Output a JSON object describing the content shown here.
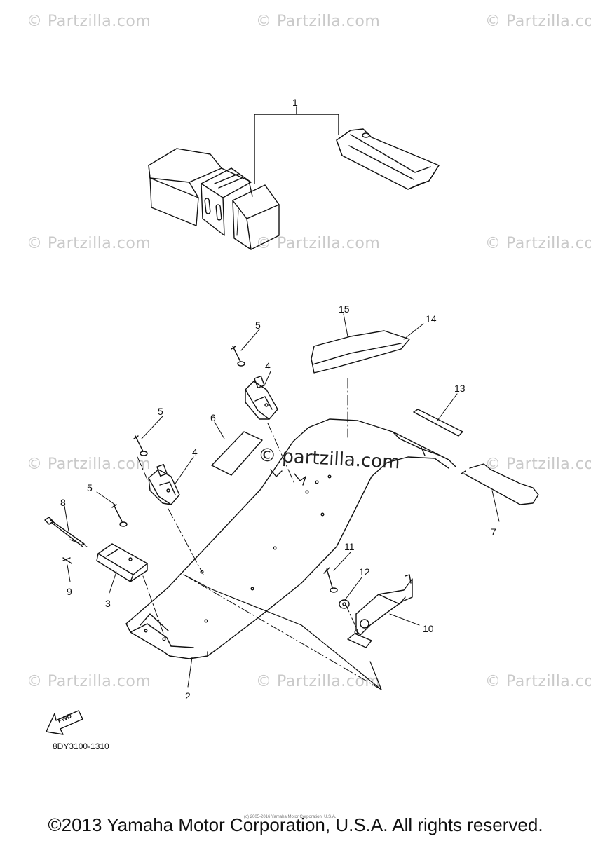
{
  "watermark": "© Partzilla.com",
  "center_watermark": "© partzilla.com",
  "callouts": {
    "c1": "1",
    "c2": "2",
    "c3": "3",
    "c4a": "4",
    "c4b": "4",
    "c5a": "5",
    "c5b": "5",
    "c5c": "5",
    "c6": "6",
    "c7": "7",
    "c8": "8",
    "c9": "9",
    "c10": "10",
    "c11": "11",
    "c12": "12",
    "c13": "13",
    "c14": "14",
    "c15": "15"
  },
  "fwd_label": "FWD",
  "diagram_code": "8DY3100-1310",
  "small_copyright": "(c) 2005-2016 Yamaha Motor Corporation, U.S.A.",
  "footer": "©2013 Yamaha Motor Corporation, U.S.A. All rights reserved."
}
